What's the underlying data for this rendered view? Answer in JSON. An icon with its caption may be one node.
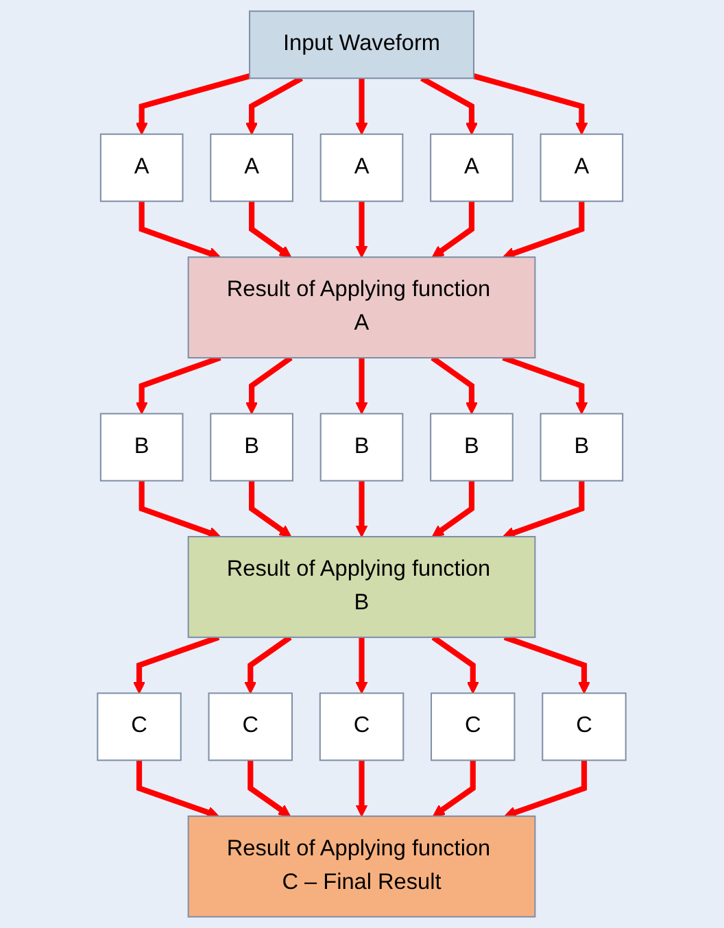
{
  "diagram": {
    "nodes": [
      {
        "text": [
          "Input Waveform"
        ]
      },
      {
        "text": [
          "A"
        ]
      },
      {
        "text": [
          "A"
        ]
      },
      {
        "text": [
          "A"
        ]
      },
      {
        "text": [
          "A"
        ]
      },
      {
        "text": [
          "A"
        ]
      },
      {
        "text": [
          "Result of Applying function A"
        ]
      },
      {
        "text": [
          "B"
        ]
      },
      {
        "text": [
          "B"
        ]
      },
      {
        "text": [
          "B"
        ]
      },
      {
        "text": [
          "B"
        ]
      },
      {
        "text": [
          "B"
        ]
      },
      {
        "text": [
          "Result of Applying function B"
        ]
      },
      {
        "text": [
          "C"
        ]
      },
      {
        "text": [
          "C"
        ]
      },
      {
        "text": [
          "C"
        ]
      },
      {
        "text": [
          "C"
        ]
      },
      {
        "text": [
          "C"
        ]
      },
      {
        "text": [
          "Result of Applying function C – Final Result"
        ]
      }
    ],
    "edges": [
      {
        "from": 0,
        "to": 1,
        "arrow": "to",
        "color": "#ff0000"
      },
      {
        "from": 0,
        "to": 2,
        "arrow": "to",
        "color": "#ff0000"
      },
      {
        "from": 0,
        "to": 3,
        "arrow": "to",
        "color": "#ff0000"
      },
      {
        "from": 0,
        "to": 4,
        "arrow": "to",
        "color": "#ff0000"
      },
      {
        "from": 0,
        "to": 5,
        "arrow": "to",
        "color": "#ff0000"
      },
      {
        "from": 1,
        "to": 6,
        "arrow": "to",
        "color": "#ff0000"
      },
      {
        "from": 2,
        "to": 6,
        "arrow": "to",
        "color": "#ff0000"
      },
      {
        "from": 3,
        "to": 6,
        "arrow": "to",
        "color": "#ff0000"
      },
      {
        "from": 4,
        "to": 6,
        "arrow": "to",
        "color": "#ff0000"
      },
      {
        "from": 5,
        "to": 6,
        "arrow": "to",
        "color": "#ff0000"
      },
      {
        "from": 6,
        "to": 7,
        "arrow": "to",
        "color": "#ff0000"
      },
      {
        "from": 6,
        "to": 8,
        "arrow": "to",
        "color": "#ff0000"
      },
      {
        "from": 6,
        "to": 9,
        "arrow": "to",
        "color": "#ff0000"
      },
      {
        "from": 6,
        "to": 10,
        "arrow": "to",
        "color": "#ff0000"
      },
      {
        "from": 6,
        "to": 11,
        "arrow": "to",
        "color": "#ff0000"
      },
      {
        "from": 7,
        "to": 12,
        "arrow": "to",
        "color": "#ff0000"
      },
      {
        "from": 8,
        "to": 12,
        "arrow": "to",
        "color": "#ff0000"
      },
      {
        "from": 9,
        "to": 12,
        "arrow": "to",
        "color": "#ff0000"
      },
      {
        "from": 10,
        "to": 12,
        "arrow": "to",
        "color": "#ff0000"
      },
      {
        "from": 11,
        "to": 12,
        "arrow": "to",
        "color": "#ff0000"
      },
      {
        "from": 12,
        "to": 13,
        "arrow": "to",
        "color": "#ff0000"
      },
      {
        "from": 12,
        "to": 14,
        "arrow": "to",
        "color": "#ff0000"
      },
      {
        "from": 12,
        "to": 15,
        "arrow": "to",
        "color": "#ff0000"
      },
      {
        "from": 12,
        "to": 16,
        "arrow": "to",
        "color": "#ff0000"
      },
      {
        "from": 12,
        "to": 17,
        "arrow": "to",
        "color": "#ff0000"
      },
      {
        "from": 13,
        "to": 18,
        "arrow": "to",
        "color": "#ff0000"
      },
      {
        "from": 14,
        "to": 18,
        "arrow": "to",
        "color": "#ff0000"
      },
      {
        "from": 15,
        "to": 18,
        "arrow": "to",
        "color": "#ff0000"
      },
      {
        "from": 16,
        "to": 18,
        "arrow": "to",
        "color": "#ff0000"
      },
      {
        "from": 17,
        "to": 18,
        "arrow": "to",
        "color": "#ff0000"
      }
    ]
  }
}
